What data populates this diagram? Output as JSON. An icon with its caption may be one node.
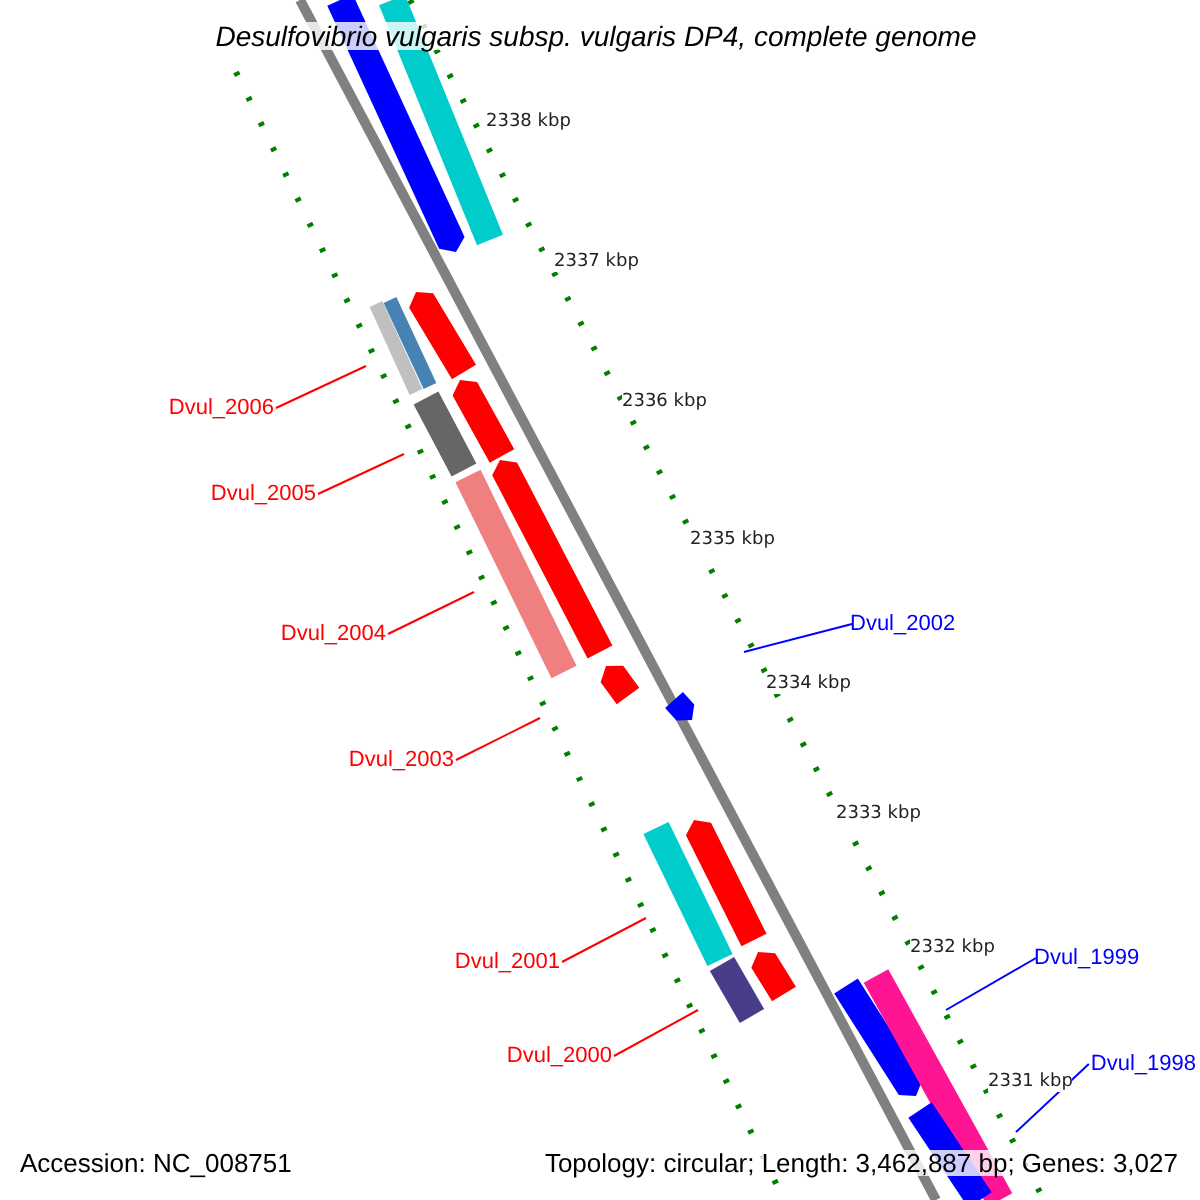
{
  "diagram": {
    "title": "Desulfovibrio vulgaris subsp. vulgaris DP4, complete genome",
    "nodes": [
      {
        "text": [
          "Dvul_2006"
        ]
      },
      {
        "text": [
          "Dvul_2005"
        ]
      },
      {
        "text": [
          "Dvul_2004"
        ]
      },
      {
        "text": [
          "Dvul_2003"
        ]
      },
      {
        "text": [
          "Dvul_2002"
        ]
      },
      {
        "text": [
          "Dvul_2001"
        ]
      },
      {
        "text": [
          "Dvul_2000"
        ]
      },
      {
        "text": [
          "Dvul_1999"
        ]
      },
      {
        "text": [
          "Dvul_1998"
        ]
      }
    ],
    "edges": [
      {
        "from": 0,
        "to": null,
        "arrow": "none",
        "color": "#ff0000"
      },
      {
        "from": 1,
        "to": null,
        "arrow": "none",
        "color": "#ff0000"
      },
      {
        "from": 2,
        "to": null,
        "arrow": "none",
        "color": "#ff0000"
      },
      {
        "from": 3,
        "to": null,
        "arrow": "none",
        "color": "#ff0000"
      },
      {
        "from": 4,
        "to": null,
        "arrow": "none",
        "color": "#0000ff"
      },
      {
        "from": 5,
        "to": null,
        "arrow": "none",
        "color": "#ff0000"
      },
      {
        "from": 6,
        "to": null,
        "arrow": "none",
        "color": "#ff0000"
      },
      {
        "from": 7,
        "to": null,
        "arrow": "none",
        "color": "#0000ff"
      },
      {
        "from": 8,
        "to": null,
        "arrow": "none",
        "color": "#0000ff"
      }
    ],
    "labels": [
      "2338 kbp",
      "2337 kbp",
      "2336 kbp",
      "2335 kbp",
      "2334 kbp",
      "2333 kbp",
      "2332 kbp",
      "2331 kbp",
      "Accession: NC_008751",
      "Topology: circular; Length: 3,462,887 bp; Genes: 3,027"
    ]
  }
}
